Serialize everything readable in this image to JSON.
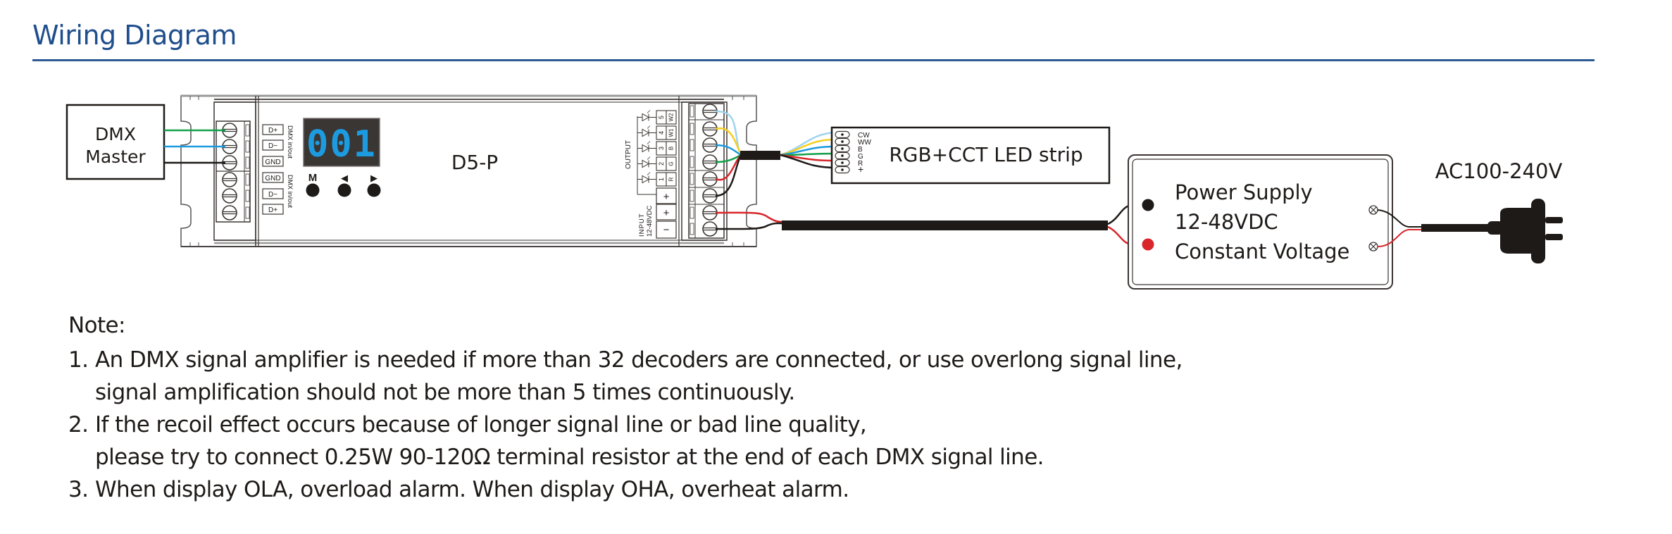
{
  "header": {
    "title": "Wiring Diagram",
    "accent_color": "#1f4e8c"
  },
  "dmx_master": {
    "line1": "DMX",
    "line2": "Master"
  },
  "controller": {
    "model": "D5-P",
    "display_value": "001",
    "display_digit_color": "#1c9be0",
    "buttons": [
      {
        "label": "M",
        "icon": "m-label"
      },
      {
        "label": "◀",
        "icon": "left-arrow-icon"
      },
      {
        "label": "▶",
        "icon": "right-arrow-icon"
      }
    ],
    "dmx_ports": {
      "group1": {
        "caption": "DMX in/out",
        "pins": [
          "D+",
          "D−",
          "GND"
        ]
      },
      "group2": {
        "caption": "DMX in/out",
        "pins": [
          "GND",
          "D−",
          "D+"
        ]
      }
    },
    "output_caption": "OUTPUT",
    "output_channels": [
      {
        "num": "5",
        "name": "W2"
      },
      {
        "num": "4",
        "name": "W1"
      },
      {
        "num": "3",
        "name": "B"
      },
      {
        "num": "2",
        "name": "G"
      },
      {
        "num": "1",
        "name": "R"
      }
    ],
    "output_common": "+",
    "input_caption_1": "INPUT",
    "input_caption_2": "12-48VDC",
    "input_pins": [
      "+",
      "−"
    ]
  },
  "led_strip": {
    "label": "RGB+CCT LED strip",
    "pins": [
      "CW",
      "WW",
      "B",
      "G",
      "R",
      "+"
    ]
  },
  "power_supply": {
    "line1": "Power Supply",
    "line2": "12-48VDC",
    "line3": "Constant Voltage"
  },
  "ac_input": {
    "label": "AC100-240V"
  },
  "wire_colors": {
    "cw": "#9fd3f0",
    "ww": "#f6cf1e",
    "b": "#1c9be0",
    "g": "#12a04a",
    "r": "#d8262a",
    "black": "#1e1a18"
  },
  "notes": {
    "heading": "Note:",
    "items": [
      {
        "num": "1.",
        "line1": "An DMX signal amplifier is needed if more than 32 decoders are connected, or use overlong signal line,",
        "line2": "signal amplification should not be more than 5 times continuously."
      },
      {
        "num": "2.",
        "line1": "If the recoil effect occurs because of longer signal line or bad line quality,",
        "line2": "please try to connect 0.25W 90-120Ω terminal resistor at the end of each DMX signal line."
      },
      {
        "num": "3.",
        "line1": "When display OLA, overload alarm. When display OHA, overheat alarm."
      }
    ]
  }
}
